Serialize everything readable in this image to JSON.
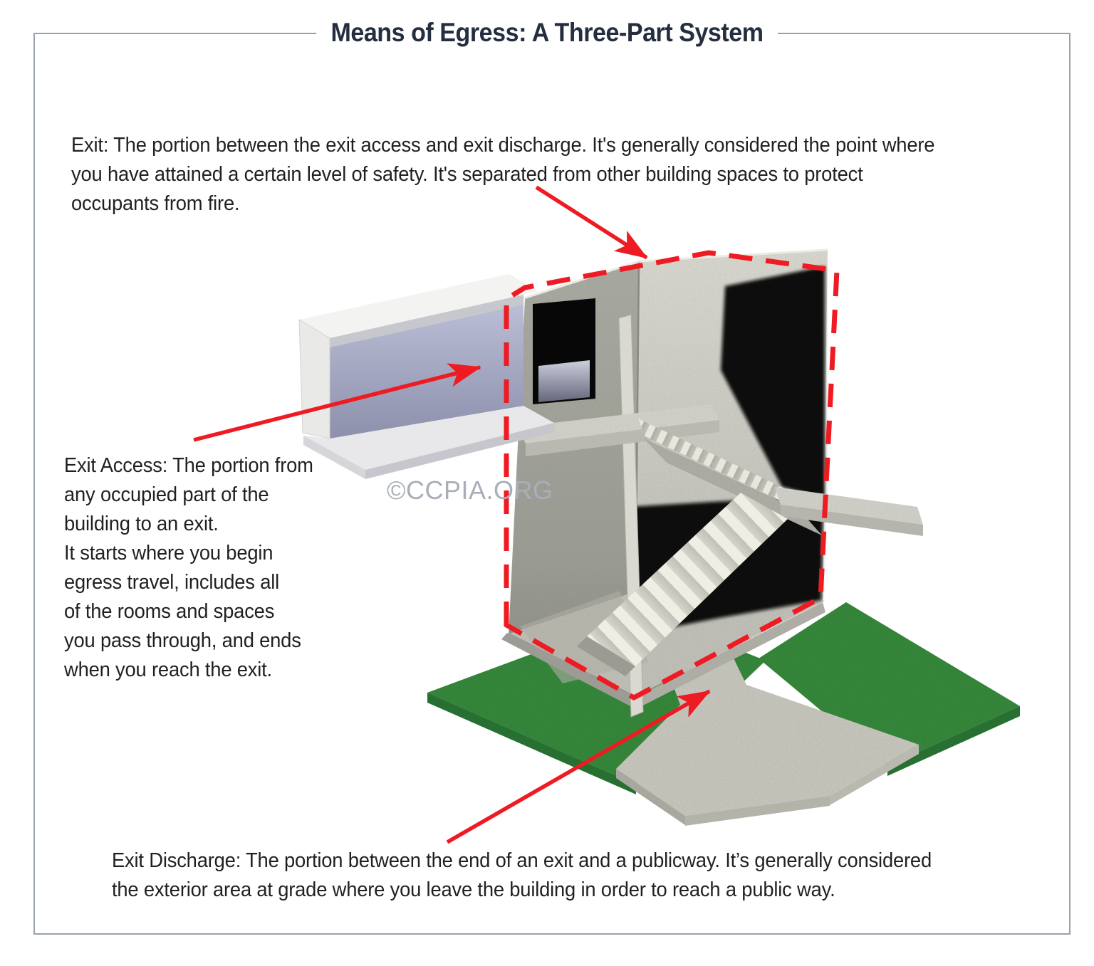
{
  "title": "Means of Egress: A Three-Part System",
  "watermark": "©CCPIA.ORG",
  "annotations": {
    "exit": {
      "lines": [
        "Exit: The portion between the exit access and exit discharge. It's generally considered the point where",
        "you have attained a certain level of safety. It's separated from other building spaces to protect",
        "occupants from fire."
      ]
    },
    "exit_access": {
      "lines": [
        "Exit Access: The portion from",
        "any occupied part of the",
        "building to an exit.",
        "It starts where you begin",
        "egress travel, includes all",
        "of the rooms and spaces",
        "you pass through, and ends",
        "when you reach the exit."
      ]
    },
    "exit_discharge": {
      "lines": [
        "Exit Discharge: The portion between the end of an exit and a publicway. It’s generally considered",
        "the exterior area at grade where you leave the building in order to reach a public way."
      ]
    }
  },
  "colors": {
    "accent_red": "#ee1b22",
    "title_text": "#242e3f",
    "body_text": "#231f20",
    "frame_border": "#99a1ab",
    "watermark": "#a9aeb9",
    "grass": "#3c9543",
    "concrete": "#b7b7af",
    "corridor_wall": "#a9adc8"
  }
}
